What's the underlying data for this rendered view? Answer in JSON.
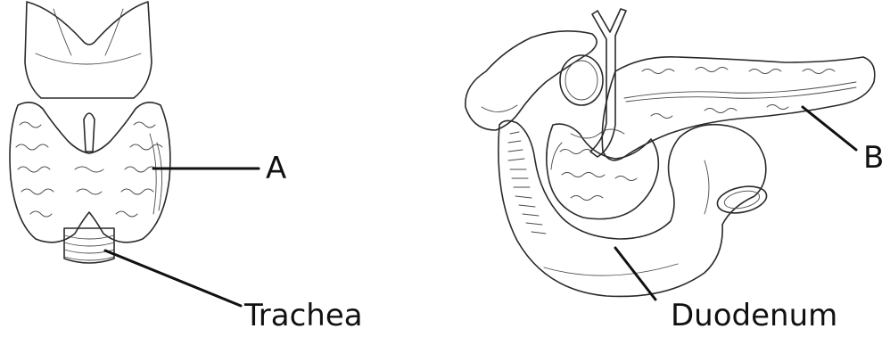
{
  "labels": {
    "a": "A",
    "trachea": "Trachea",
    "b": "B",
    "duodenum": "Duodenum"
  }
}
